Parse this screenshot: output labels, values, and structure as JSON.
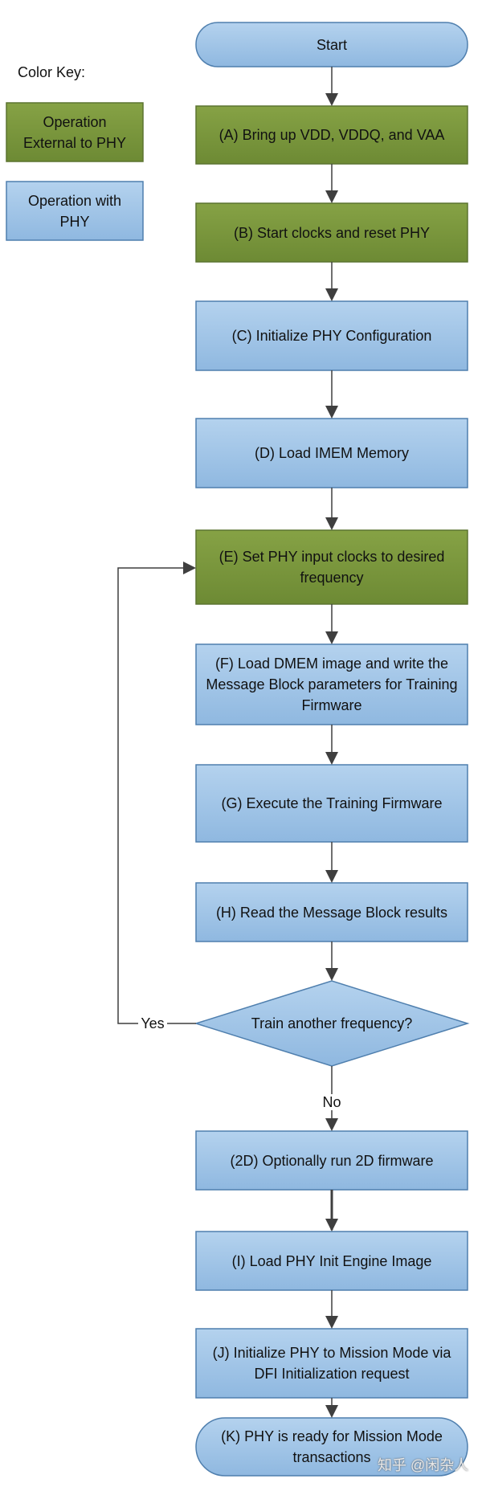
{
  "colors": {
    "external": "#77933c",
    "external_border": "#5c7430",
    "with_phy": "#9dc3e6",
    "with_phy_border": "#4f7fae",
    "arrow": "#3f3f3f"
  },
  "key": {
    "title": "Color Key:",
    "external": "Operation External to PHY",
    "with_phy": "Operation with PHY"
  },
  "steps": {
    "start": "Start",
    "a": "(A) Bring up VDD, VDDQ, and VAA",
    "b": "(B) Start clocks and reset PHY",
    "c": "(C) Initialize PHY Configuration",
    "d": "(D) Load IMEM Memory",
    "e": "(E) Set PHY input clocks to desired frequency",
    "f": "(F) Load DMEM image and write the Message Block parameters for Training Firmware",
    "g": "(G) Execute the Training Firmware",
    "h": "(H) Read the Message Block results",
    "decision": "Train another frequency?",
    "s2d": "(2D) Optionally run 2D firmware",
    "i": "(I) Load PHY Init Engine Image",
    "j": "(J) Initialize PHY to Mission Mode via DFI Initialization request",
    "k": "(K) PHY is ready for Mission Mode transactions"
  },
  "edges": {
    "yes": "Yes",
    "no": "No"
  },
  "watermark": "知乎 @闲杂人"
}
